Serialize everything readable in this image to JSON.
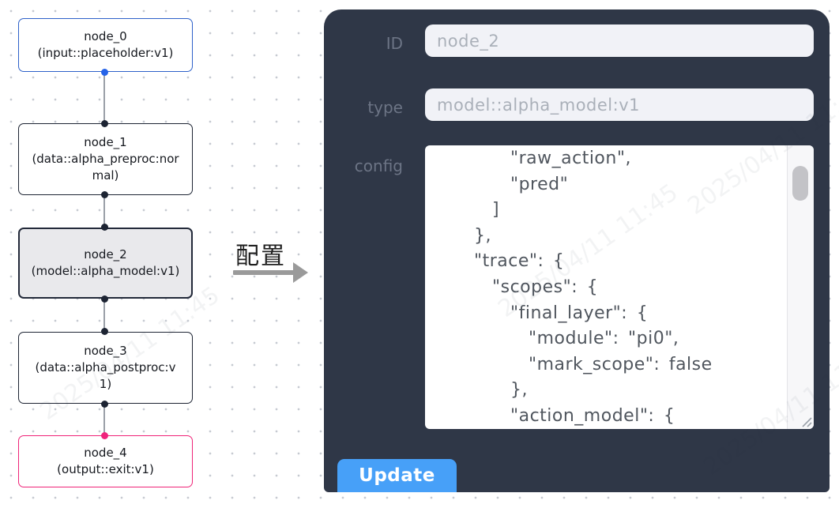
{
  "canvas": {
    "nodes": [
      {
        "title": "node_0",
        "subtitle": "(input::placeholder:v1)",
        "variant": "input"
      },
      {
        "title": "node_1",
        "subtitle": "(data::alpha_preproc:normal)",
        "variant": "default"
      },
      {
        "title": "node_2",
        "subtitle": "(model::alpha_model:v1)",
        "variant": "selected"
      },
      {
        "title": "node_3",
        "subtitle": "(data::alpha_postproc:v1)",
        "variant": "default"
      },
      {
        "title": "node_4",
        "subtitle": "(output::exit:v1)",
        "variant": "output"
      }
    ]
  },
  "transition": {
    "label": "配置"
  },
  "panel": {
    "fields": [
      {
        "label": "ID",
        "value": "node_2"
      },
      {
        "label": "type",
        "value": "model::alpha_model:v1"
      }
    ],
    "config_label": "config",
    "config_text": "    \"raw_action\",\n    \"pred\"\n  ]\n},\n\"trace\": {\n  \"scopes\": {\n    \"final_layer\": {\n      \"module\": \"pi0\",\n      \"mark_scope\": false\n    },\n    \"action_model\": {",
    "update_label": "Update"
  },
  "watermark": {
    "text": "2025/04/11 11:45"
  },
  "colors": {
    "panel_bg": "#2f3747",
    "button_blue": "#47a0f8",
    "node_input_border": "#2e61c9",
    "node_output_border": "#ef2478",
    "node_selected_bg": "#e9e9ec",
    "port_blue": "#2563e8",
    "port_pink": "#f0237c"
  }
}
